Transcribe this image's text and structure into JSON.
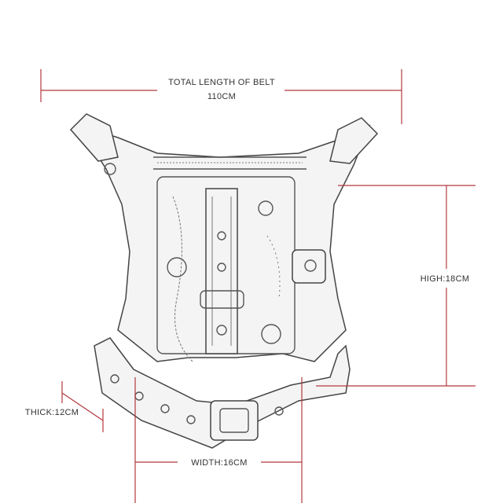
{
  "dimensions": {
    "belt_length": {
      "label": "TOTAL LENGTH OF BELT",
      "value": "110CM"
    },
    "height": {
      "label": "HIGH:18CM"
    },
    "width": {
      "label": "WIDTH:16CM"
    },
    "thickness": {
      "label": "THICK:12CM"
    }
  },
  "colors": {
    "dimension_line": "#b3383d",
    "sketch": "#444444"
  }
}
